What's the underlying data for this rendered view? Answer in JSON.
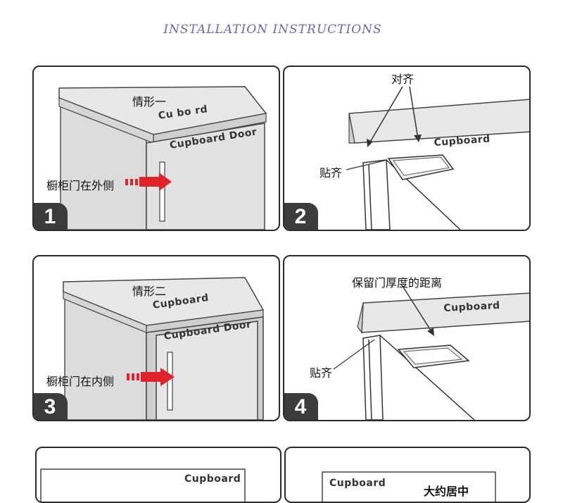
{
  "title": "INSTALLATION INSTRUCTIONS",
  "panels": [
    {
      "step": "1",
      "scenario_label": "情形一",
      "cupboard_label": "Cu bo rd",
      "door_label": "Cupboard Door",
      "handle_note": "橱柜门在外侧"
    },
    {
      "step": "2",
      "align_label": "对齐",
      "flush_label": "贴齐",
      "cupboard_label": "Cupboard"
    },
    {
      "step": "3",
      "scenario_label": "情形二",
      "cupboard_label": "Cupboard",
      "door_label": "Cupboard Door",
      "handle_note": "橱柜门在内侧"
    },
    {
      "step": "4",
      "gap_label": "保留门厚度的距离",
      "flush_label": "贴齐",
      "cupboard_label": "Cupboard"
    },
    {
      "cupboard_label": "Cupboard"
    },
    {
      "cupboard_label": "Cupboard",
      "center_label": "大约居中"
    }
  ],
  "colors": {
    "title": "#6a63b8",
    "arrow": "#e0232b",
    "badge": "#3c3c3c",
    "cabinet_fill": "#e4e4e4"
  }
}
